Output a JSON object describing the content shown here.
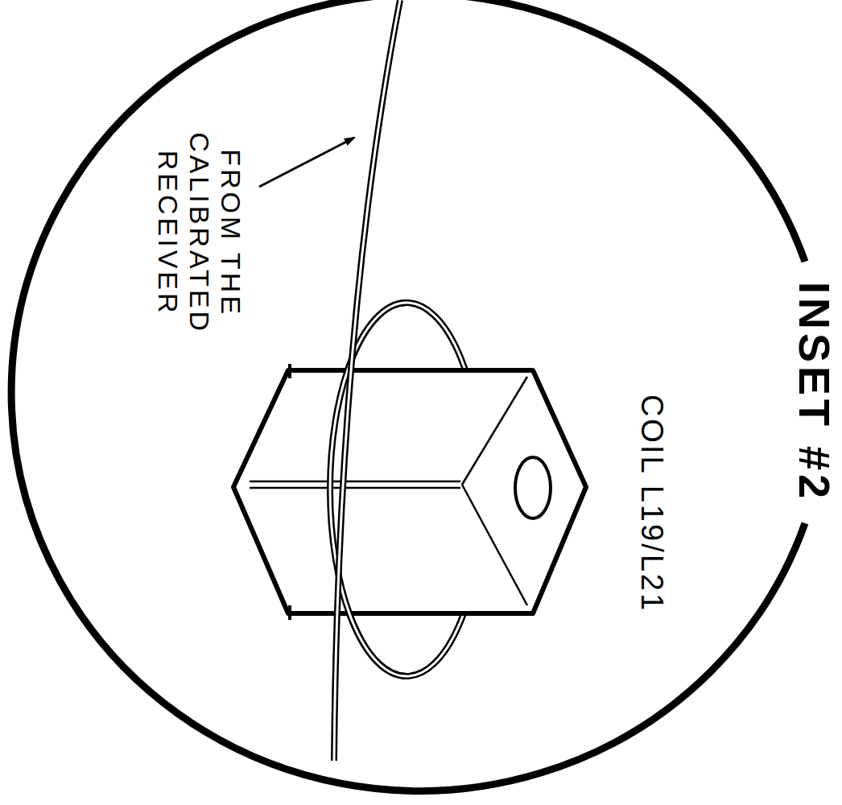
{
  "diagram": {
    "title": "INSET #2",
    "labels": [
      "COIL L19/L21",
      "FROM THE CALIBRATED RECEIVER"
    ]
  }
}
